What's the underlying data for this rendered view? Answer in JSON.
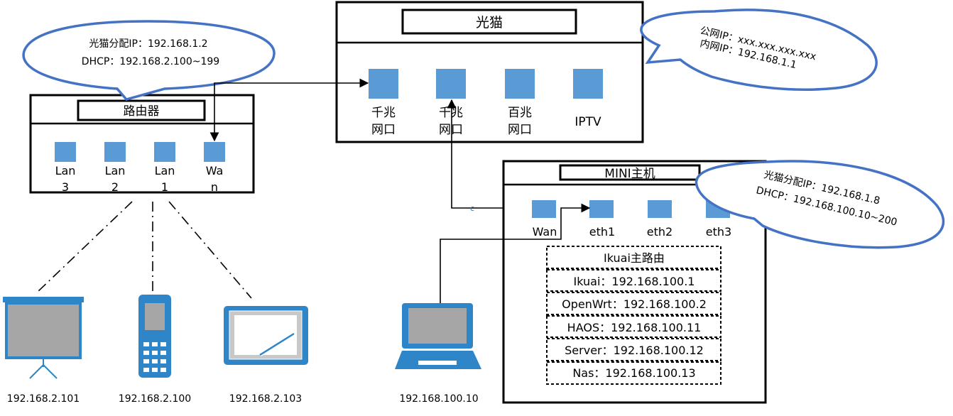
{
  "modem": {
    "title": "光猫",
    "ports": [
      {
        "line1": "千兆",
        "line2": "网口"
      },
      {
        "line1": "千兆",
        "line2": "网口"
      },
      {
        "line1": "百兆",
        "line2": "网口"
      },
      {
        "line1": "IPTV",
        "line2": ""
      }
    ],
    "bubble": {
      "line1": "公网IP：xxx.xxx.xxx.xxx",
      "line2": "内网IP：192.168.1.1"
    }
  },
  "router": {
    "title": "路由器",
    "ports": [
      {
        "line1": "Lan",
        "line2": "3"
      },
      {
        "line1": "Lan",
        "line2": "2"
      },
      {
        "line1": "Lan",
        "line2": "1"
      },
      {
        "line1": "Wa",
        "line2": "n"
      }
    ],
    "bubble": {
      "line1": "光猫分配IP：192.168.1.2",
      "line2": "DHCP：192.168.2.100~199"
    }
  },
  "mini": {
    "title": "MINI主机",
    "ports": [
      "Wan",
      "eth1",
      "eth2",
      "eth3"
    ],
    "bubble": {
      "line1": "光猫分配IP：192.168.1.8",
      "line2": "DHCP：192.168.100.10~200"
    },
    "services": [
      "Ikuai主路由",
      "Ikuai：192.168.100.1",
      "OpenWrt：192.168.100.2",
      "HAOS：192.168.100.11",
      "Server：192.168.100.12",
      "Nas：192.168.100.13"
    ]
  },
  "devices": [
    {
      "icon": "projector-screen-icon",
      "ip": "192.168.2.101"
    },
    {
      "icon": "mobile-phone-icon",
      "ip": "192.168.2.100"
    },
    {
      "icon": "tablet-pen-icon",
      "ip": "192.168.2.103"
    },
    {
      "icon": "laptop-icon",
      "ip": "192.168.100.10"
    }
  ],
  "stray_label": "c",
  "colors": {
    "port_blue": "#5b9bd5",
    "bubble_stroke": "#4472c4",
    "device_blue": "#2e86c8",
    "screen_gray": "#a6a6a6"
  }
}
